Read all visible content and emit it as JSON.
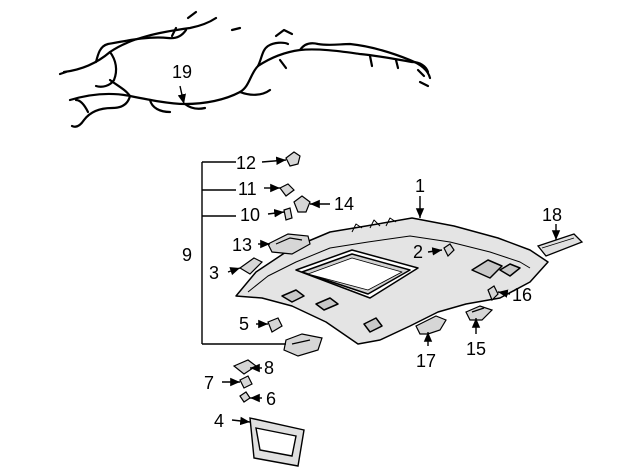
{
  "diagram": {
    "callouts": {
      "c1": "1",
      "c2": "2",
      "c3": "3",
      "c4": "4",
      "c5": "5",
      "c6": "6",
      "c7": "7",
      "c8": "8",
      "c9": "9",
      "c10": "10",
      "c11": "11",
      "c12": "12",
      "c13": "13",
      "c14": "14",
      "c15": "15",
      "c16": "16",
      "c17": "17",
      "c18": "18",
      "c19": "19"
    },
    "parts": [
      {
        "id": "headliner-panel",
        "callout": "1"
      },
      {
        "id": "clip",
        "callout": "2"
      },
      {
        "id": "retainer",
        "callout": "3"
      },
      {
        "id": "sunshade",
        "callout": "4"
      },
      {
        "id": "clip-5",
        "callout": "5"
      },
      {
        "id": "screw",
        "callout": "6"
      },
      {
        "id": "support",
        "callout": "7"
      },
      {
        "id": "bracket",
        "callout": "8"
      },
      {
        "id": "kit-bracket",
        "callout": "9"
      },
      {
        "id": "clip-10",
        "callout": "10"
      },
      {
        "id": "clip-11",
        "callout": "11"
      },
      {
        "id": "clip-12",
        "callout": "12"
      },
      {
        "id": "console",
        "callout": "13"
      },
      {
        "id": "clip-14",
        "callout": "14"
      },
      {
        "id": "lamp",
        "callout": "15"
      },
      {
        "id": "bulb",
        "callout": "16"
      },
      {
        "id": "grab-handle",
        "callout": "17"
      },
      {
        "id": "sunroof-trim",
        "callout": "18"
      },
      {
        "id": "wire-harness",
        "callout": "19"
      }
    ]
  }
}
